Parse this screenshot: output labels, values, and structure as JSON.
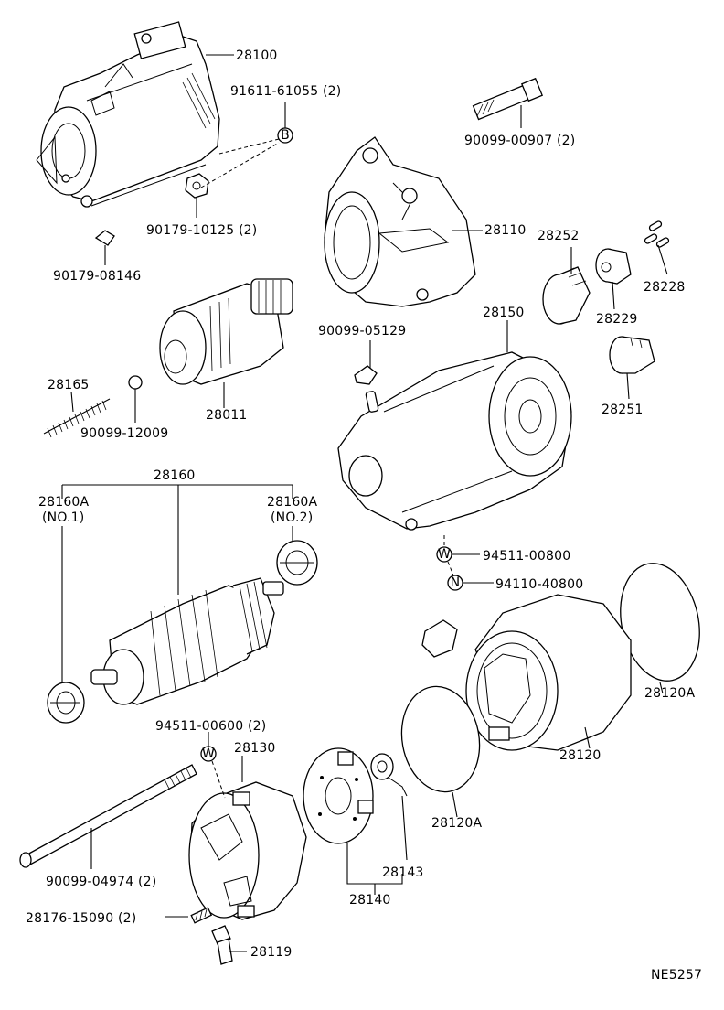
{
  "labels": {
    "p28100": "28100",
    "p91611": "91611-61055 (2)",
    "p90099_907": "90099-00907 (2)",
    "p90179_125": "90179-10125 (2)",
    "p28110": "28110",
    "p28252": "28252",
    "p28228": "28228",
    "p90179_146": "90179-08146",
    "p28229": "28229",
    "p90099_129": "90099-05129",
    "p28150": "28150",
    "p28165": "28165",
    "p28011": "28011",
    "p28251": "28251",
    "p90099_009": "90099-12009",
    "p28160": "28160",
    "p28160a1": "28160A",
    "p28160a1_sub": "(NO.1)",
    "p28160a2": "28160A",
    "p28160a2_sub": "(NO.2)",
    "p94511_800": "94511-00800",
    "p94110": "94110-40800",
    "p28120a_r": "28120A",
    "p94511_600": "94511-00600 (2)",
    "p28130": "28130",
    "p28120": "28120",
    "p90099_974": "90099-04974 (2)",
    "p28143": "28143",
    "p28120a_b": "28120A",
    "p28140": "28140",
    "p28176": "28176-15090 (2)",
    "p28119": "28119",
    "code": "NE5257"
  },
  "markers": {
    "b": "B",
    "w1": "W",
    "n": "N",
    "w2": "W"
  }
}
